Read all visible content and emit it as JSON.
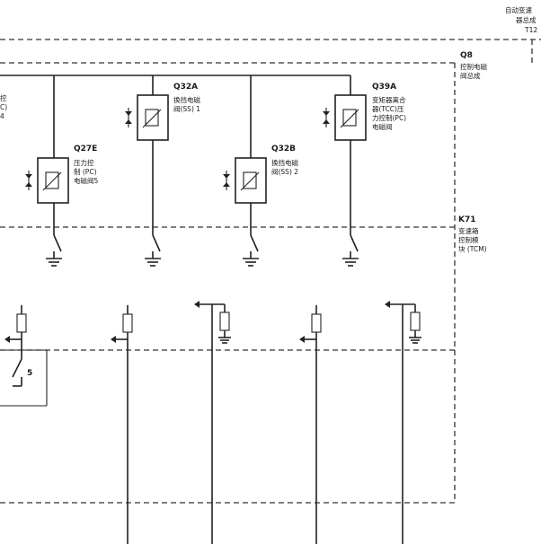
{
  "assembly_top": {
    "line1": "自动变速",
    "line2": "器总成",
    "connector": "T12"
  },
  "left_partial": {
    "line1": "控",
    "line2": "C)",
    "line3": "4"
  },
  "modules": {
    "q8": {
      "code": "Q8",
      "line1": "控制电磁",
      "line2": "阀总成"
    },
    "k71": {
      "code": "K71",
      "line1": "变速箱",
      "line2": "控制模",
      "line3": "块 (TCM)"
    }
  },
  "solenoids": [
    {
      "code": "Q27E",
      "lines": [
        "压力控",
        "制 (PC)",
        "电磁阀5"
      ]
    },
    {
      "code": "Q32A",
      "lines": [
        "换挡电磁",
        "阀(SS) 1"
      ]
    },
    {
      "code": "Q32B",
      "lines": [
        "换挡电磁",
        "阀(SS) 2"
      ]
    },
    {
      "code": "Q39A",
      "lines": [
        "变矩器离合",
        "器(TCC)压",
        "力控制(PC)",
        "电磁阀"
      ]
    }
  ],
  "switch_label": "5"
}
